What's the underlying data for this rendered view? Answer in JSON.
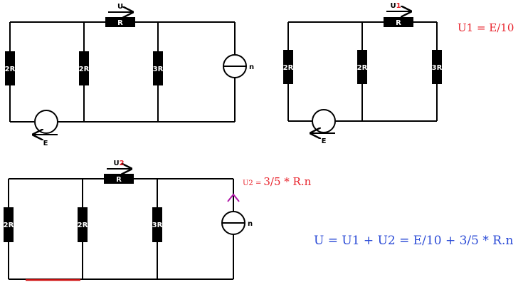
{
  "colors": {
    "wire": "#000000",
    "equation_red": "#e8222b",
    "equation_blue": "#2b4bd6",
    "mark_purple": "#b01aa8",
    "mark_red": "#d01010"
  },
  "circuit1": {
    "top_resistor": "R",
    "voltage_label": "U",
    "branch1": "2R",
    "branch2": "2R",
    "branch3": "3R",
    "source_label": "E",
    "current_source_label": "n"
  },
  "circuit2": {
    "top_resistor": "R",
    "voltage_label": "U",
    "voltage_sub": "1",
    "branch1": "2R",
    "branch2": "2R",
    "branch3": "3R",
    "source_label": "E",
    "equation": "U1 = E/10"
  },
  "circuit3": {
    "top_resistor": "R",
    "voltage_label": "U",
    "voltage_sub": "2",
    "branch1": "2R",
    "branch2": "2R",
    "branch3": "3R",
    "current_source_label": "n",
    "equation_prefix": "U2 =",
    "equation_rest": "3/5 * R.n"
  },
  "result_equation": "U = U1 + U2 = E/10 + 3/5 * R.n"
}
